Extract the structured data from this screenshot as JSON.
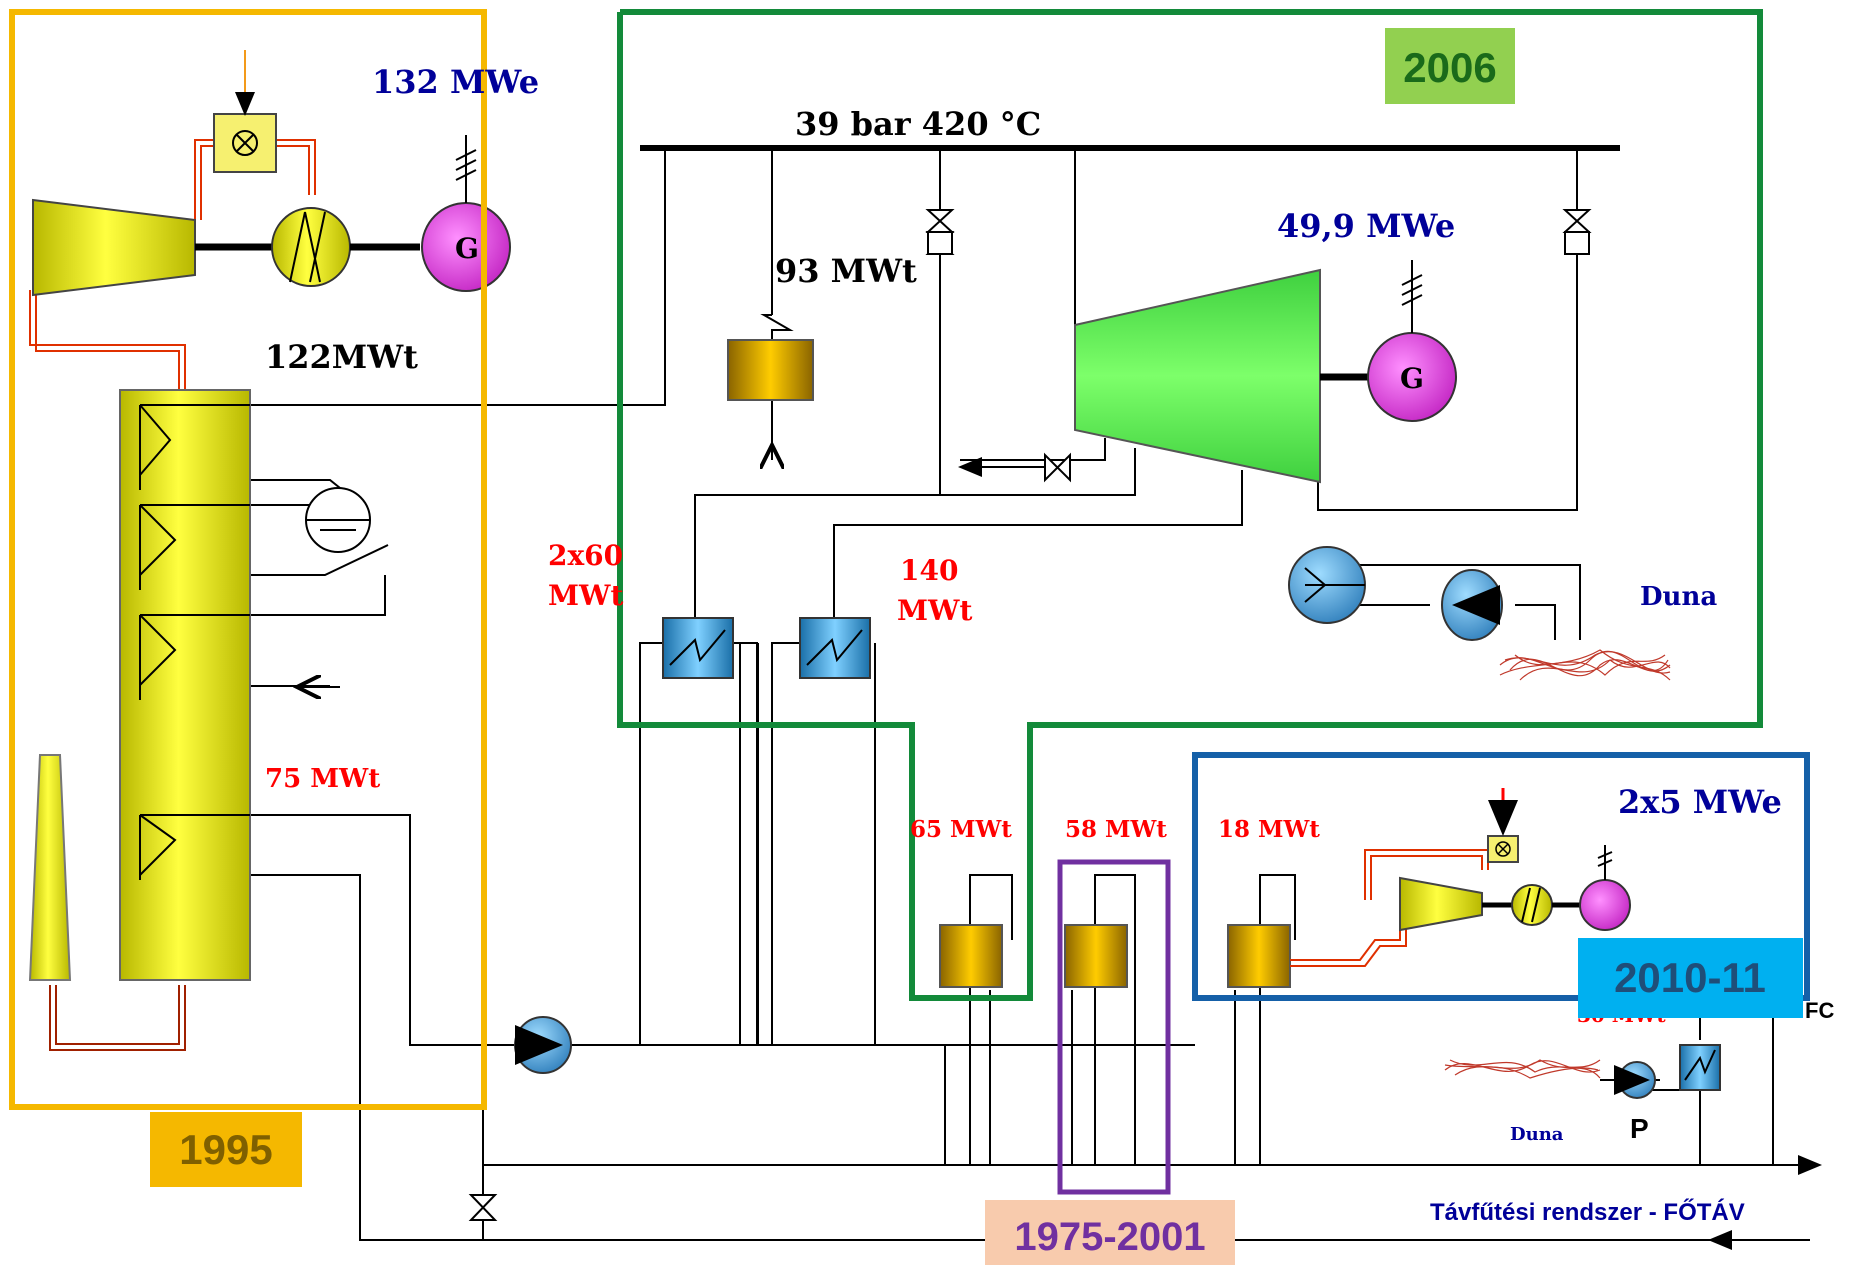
{
  "labels": {
    "p_132": "132 MWe",
    "p_39bar": "39 bar  420 °C",
    "p_93": "93 MWt",
    "p_122": "122MWt",
    "p_499": "49,9 MWe",
    "p_2x60_a": "2x60",
    "p_2x60_b": "MWt",
    "p_140_a": "140",
    "p_140_b": "MWt",
    "p_duna1": "Duna",
    "p_75": "75 MWt",
    "p_65": "65 MWt",
    "p_58": "58 MWt",
    "p_18": "18 MWt",
    "p_2x5": "2x5 MWe",
    "p_fc": "FC",
    "p_duna2": "Duna",
    "p_P": "P",
    "p_tav": "Távfűtési rendszer - FŐTÁV",
    "gen_G1": "G",
    "gen_G2": "G",
    "hidden_30": "30 MWt"
  },
  "badges": {
    "y2006": "2006",
    "y1995": "1995",
    "y1975": "1975-2001",
    "y2010": "2010-11"
  },
  "colors": {
    "orange_frame": "#F5B800",
    "green_frame": "#138a3a",
    "purple_frame": "#7030A0",
    "blue_frame": "#1560a8",
    "badge_2006": "#92D050",
    "badge_1995": "#F5B800",
    "badge_1975": "#F8CBAD",
    "badge_2010": "#00B0F0",
    "boiler_yellow": "#E8E810",
    "turbine_green": "#5DF25D",
    "generator_pink": "#E040E0",
    "red_text": "#ff0000",
    "navy_text": "#000099"
  }
}
